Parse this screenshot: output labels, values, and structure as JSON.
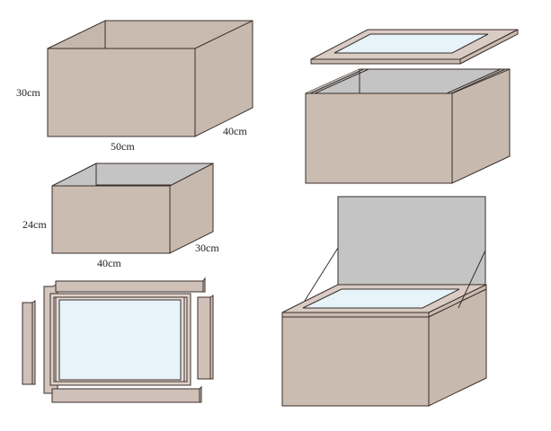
{
  "figure": {
    "description": "Solar box oven construction steps",
    "colors": {
      "box_face": "#cbbcb2",
      "box_side": "#c8b8ae",
      "inner_gray": "#c4c4c4",
      "glass": "#e6f3f9",
      "frame": "#d9ccc4",
      "stroke": "#3a2e2a",
      "background": "#ffffff"
    }
  },
  "outer_box": {
    "labels": {
      "height": "30cm",
      "width": "50cm",
      "depth": "40cm"
    }
  },
  "inner_box": {
    "labels": {
      "height": "24cm",
      "width": "40cm",
      "depth": "30cm"
    }
  },
  "panels": {
    "frame_exploded": {
      "name": "glass lid frame pieces"
    },
    "assembled_lid": {
      "name": "lid above box"
    },
    "final_oven": {
      "name": "box with reflector raised"
    }
  }
}
